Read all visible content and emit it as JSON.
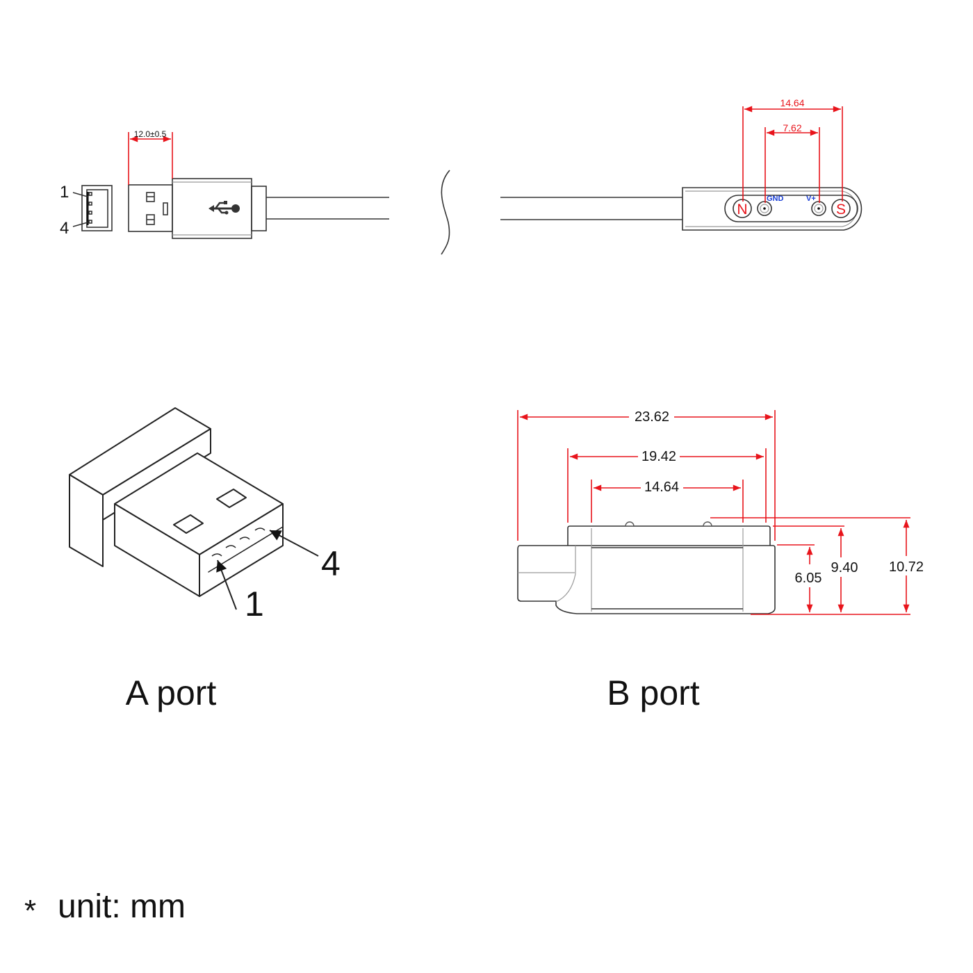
{
  "a_port_drawing": {
    "pin_first": "1",
    "pin_last": "4",
    "plug_length_dimension": "12.0±0.5",
    "iso_pin_first": "1",
    "iso_pin_last": "4",
    "caption": "A port"
  },
  "b_port_drawing": {
    "pin_pitch_outer": "14.64",
    "pin_pitch_inner": "7.62",
    "pin_labels": {
      "n": "N",
      "gnd": "GND",
      "vplus": "V+",
      "s": "S"
    },
    "width_overall": "23.62",
    "width_top": "19.42",
    "width_pins": "14.64",
    "height_body": "6.05",
    "height_top": "9.40",
    "height_overall": "10.72",
    "caption": "B port"
  },
  "footnote": {
    "bullet": "*",
    "text": "unit: mm"
  },
  "colors": {
    "dimension": "#e8141b",
    "pin_label_blue": "#1a3fd6",
    "outline": "#333333"
  }
}
